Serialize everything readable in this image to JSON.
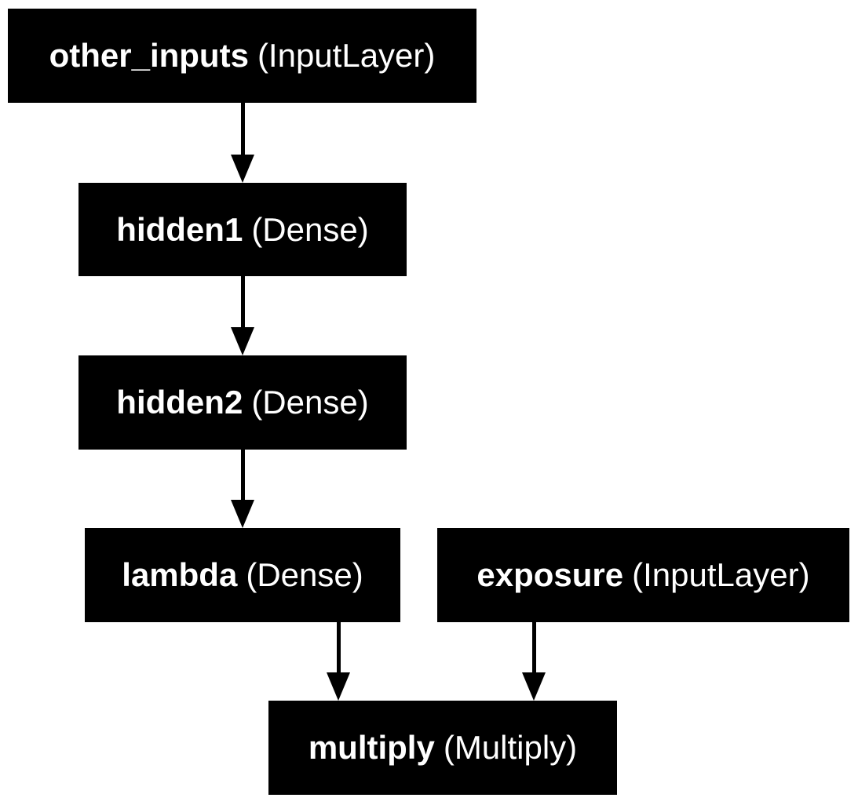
{
  "diagram": {
    "kind": "neural-network-layer-graph",
    "background_color": "#ffffff",
    "node_fill_color": "#000000",
    "node_text_color": "#ffffff",
    "edge_color": "#000000",
    "nodes": [
      {
        "id": "other_inputs",
        "name": "other_inputs",
        "layer_type": "(InputLayer)"
      },
      {
        "id": "hidden1",
        "name": "hidden1",
        "layer_type": "(Dense)"
      },
      {
        "id": "hidden2",
        "name": "hidden2",
        "layer_type": "(Dense)"
      },
      {
        "id": "lambda",
        "name": "lambda",
        "layer_type": "(Dense)"
      },
      {
        "id": "exposure",
        "name": "exposure",
        "layer_type": "(InputLayer)"
      },
      {
        "id": "multiply",
        "name": "multiply",
        "layer_type": "(Multiply)"
      }
    ],
    "edges": [
      {
        "from": "other_inputs",
        "to": "hidden1"
      },
      {
        "from": "hidden1",
        "to": "hidden2"
      },
      {
        "from": "hidden2",
        "to": "lambda"
      },
      {
        "from": "lambda",
        "to": "multiply"
      },
      {
        "from": "exposure",
        "to": "multiply"
      }
    ]
  }
}
